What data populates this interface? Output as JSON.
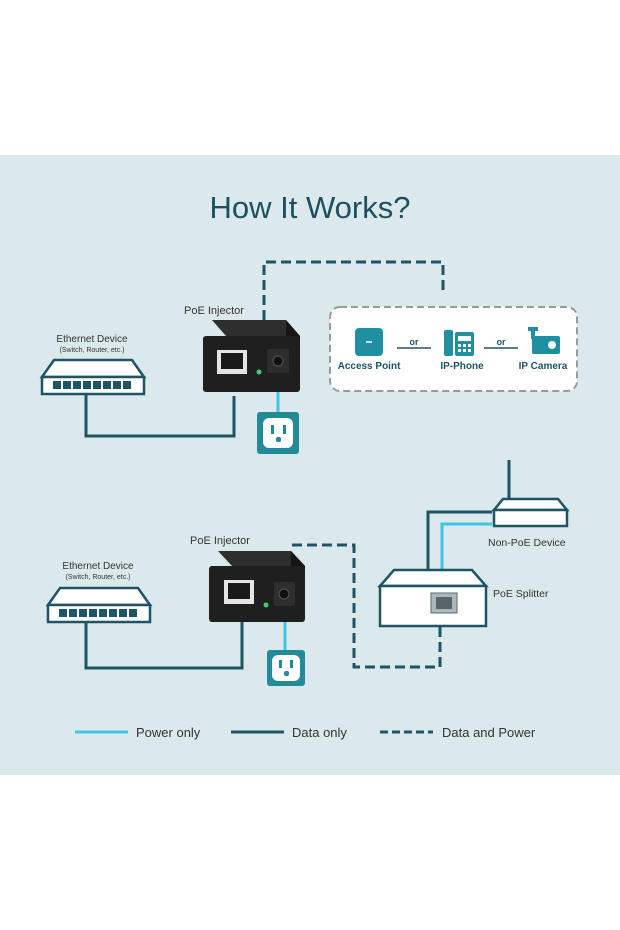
{
  "title": "How It Works?",
  "diagram1": {
    "ethernet_device": "Ethernet Device",
    "ethernet_device_sub": "(Switch, Router, etc.)",
    "injector_label": "PoE Injector",
    "endpoints": {
      "access_point": "Access Point",
      "or1": "or",
      "ip_phone": "IP-Phone",
      "or2": "or",
      "ip_camera": "IP Camera"
    }
  },
  "diagram2": {
    "ethernet_device": "Ethernet Device",
    "ethernet_device_sub": "(Switch, Router, etc.)",
    "injector_label": "PoE Injector",
    "non_poe_device": "Non-PoE Device",
    "splitter_label": "PoE Splitter"
  },
  "legend": {
    "power_only": "Power only",
    "data_only": "Data only",
    "data_and_power": "Data and Power"
  },
  "colors": {
    "background": "#dbe9ec",
    "title": "#1e4f61",
    "data_line": "#1d5566",
    "power_line": "#3ec5e6",
    "outlet": "#238b98",
    "device_dark": "#1f1f1f",
    "endpoint_icon": "#1f8fa1"
  }
}
